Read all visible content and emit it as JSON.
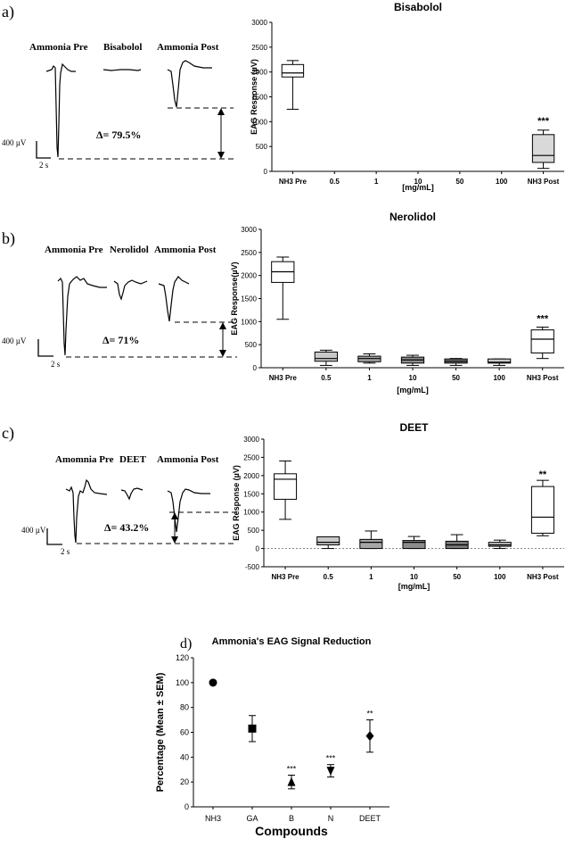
{
  "panels": [
    {
      "letter": "a)",
      "trace": {
        "pre": "Ammonia Pre",
        "compound": "Bisabolol",
        "post": "Ammonia Post",
        "delta": "Δ= 79.5%",
        "scale_uv": "400 µV",
        "scale_s": "2 s"
      }
    },
    {
      "letter": "b)",
      "trace": {
        "pre": "Ammonia Pre",
        "compound": "Nerolidol",
        "post": "Ammonia Post",
        "delta": "Δ= 71%",
        "scale_uv": "400 µV",
        "scale_s": "2 s"
      }
    },
    {
      "letter": "c)",
      "trace": {
        "pre": "Amomnia Pre",
        "compound": "DEET",
        "post": "Ammonia Post",
        "delta": "Δ= 43.2%",
        "scale_uv": "400 µV",
        "scale_s": "2 s"
      }
    },
    {
      "letter": "d)"
    }
  ],
  "chart_data": [
    {
      "type": "box",
      "title": "Bisabolol",
      "xlabel": "[mg/mL]",
      "ylabel": "EAG Response (µV)",
      "ylim": [
        0,
        3000
      ],
      "yticks": [
        "0",
        "500",
        "1000",
        "1500",
        "2000",
        "2500",
        "3000"
      ],
      "categories": [
        "NH3 Pre",
        "0.5",
        "1",
        "10",
        "50",
        "100",
        "NH3 Post"
      ],
      "boxes": [
        {
          "category": "NH3 Pre",
          "min": 1250,
          "q1": 1900,
          "median": 1980,
          "q3": 2150,
          "max": 2230,
          "fill": "#ffffff"
        },
        {
          "category": "NH3 Post",
          "min": 60,
          "q1": 180,
          "median": 320,
          "q3": 740,
          "max": 830,
          "fill": "#d9d9d9"
        }
      ],
      "annotations": [
        {
          "category": "NH3 Post",
          "text": "***",
          "y": 950
        }
      ],
      "zero_line": false
    },
    {
      "type": "box",
      "title": "Nerolidol",
      "xlabel": "[mg/mL]",
      "ylabel": "EAG Response(µV)",
      "ylim": [
        0,
        3000
      ],
      "yticks": [
        "0",
        "500",
        "1000",
        "1500",
        "2000",
        "2500",
        "3000"
      ],
      "categories": [
        "NH3 Pre",
        "0.5",
        "1",
        "10",
        "50",
        "100",
        "NH3 Post"
      ],
      "boxes": [
        {
          "category": "NH3 Pre",
          "min": 1050,
          "q1": 1850,
          "median": 2080,
          "q3": 2300,
          "max": 2400,
          "fill": "#ffffff"
        },
        {
          "category": "0.5",
          "min": 50,
          "q1": 140,
          "median": 200,
          "q3": 340,
          "max": 380,
          "fill": "#c8c8c8"
        },
        {
          "category": "1",
          "min": 100,
          "q1": 130,
          "median": 200,
          "q3": 250,
          "max": 300,
          "fill": "#a6a6a6"
        },
        {
          "category": "10",
          "min": 50,
          "q1": 100,
          "median": 170,
          "q3": 230,
          "max": 270,
          "fill": "#8c8c8c"
        },
        {
          "category": "50",
          "min": 50,
          "q1": 100,
          "median": 140,
          "q3": 190,
          "max": 200,
          "fill": "#7a7a7a"
        },
        {
          "category": "100",
          "min": 50,
          "q1": 100,
          "median": 120,
          "q3": 190,
          "max": 190,
          "fill": "#c8c8c8"
        },
        {
          "category": "NH3 Post",
          "min": 200,
          "q1": 320,
          "median": 620,
          "q3": 820,
          "max": 880,
          "fill": "#ffffff"
        }
      ],
      "annotations": [
        {
          "category": "NH3 Post",
          "text": "***",
          "y": 1000
        }
      ],
      "zero_line": false
    },
    {
      "type": "box",
      "title": "DEET",
      "xlabel": "[mg/mL]",
      "ylabel": "EAG Response (µV)",
      "ylim": [
        -500,
        3000
      ],
      "yticks": [
        "-500",
        "0",
        "500",
        "1000",
        "1500",
        "2000",
        "2500",
        "3000"
      ],
      "categories": [
        "NH3 Pre",
        "0.5",
        "1",
        "10",
        "50",
        "100",
        "NH3 Post"
      ],
      "boxes": [
        {
          "category": "NH3 Pre",
          "min": 800,
          "q1": 1350,
          "median": 1900,
          "q3": 2050,
          "max": 2400,
          "fill": "#ffffff"
        },
        {
          "category": "0.5",
          "min": 0,
          "q1": 100,
          "median": 170,
          "q3": 320,
          "max": 320,
          "fill": "#c8c8c8"
        },
        {
          "category": "1",
          "min": 0,
          "q1": 0,
          "median": 170,
          "q3": 250,
          "max": 480,
          "fill": "#a6a6a6"
        },
        {
          "category": "10",
          "min": 0,
          "q1": 0,
          "median": 170,
          "q3": 220,
          "max": 330,
          "fill": "#8c8c8c"
        },
        {
          "category": "50",
          "min": 0,
          "q1": 0,
          "median": 100,
          "q3": 200,
          "max": 380,
          "fill": "#7a7a7a"
        },
        {
          "category": "100",
          "min": 0,
          "q1": 60,
          "median": 100,
          "q3": 170,
          "max": 230,
          "fill": "#c8c8c8"
        },
        {
          "category": "NH3 Post",
          "min": 350,
          "q1": 420,
          "median": 860,
          "q3": 1700,
          "max": 1870,
          "fill": "#ffffff"
        }
      ],
      "annotations": [
        {
          "category": "NH3 Post",
          "text": "**",
          "y": 1950
        }
      ],
      "zero_line": true
    },
    {
      "type": "scatter",
      "title": "Ammonia's EAG Signal  Reduction",
      "xlabel": "Compounds",
      "ylabel": "Percentage (Mean ± SEM)",
      "ylim": [
        0,
        120
      ],
      "yticks": [
        "0",
        "20",
        "40",
        "60",
        "80",
        "100",
        "120"
      ],
      "categories": [
        "NH3",
        "GA",
        "B",
        "N",
        "DEET"
      ],
      "points": [
        {
          "category": "NH3",
          "value": 100,
          "err": 0,
          "marker": "circle",
          "sig": ""
        },
        {
          "category": "GA",
          "value": 63,
          "err": 10.5,
          "marker": "square",
          "sig": ""
        },
        {
          "category": "B",
          "value": 20,
          "err": 5.5,
          "marker": "triangle-up",
          "sig": "***"
        },
        {
          "category": "N",
          "value": 29,
          "err": 5,
          "marker": "triangle-down",
          "sig": "***"
        },
        {
          "category": "DEET",
          "value": 57,
          "err": 13,
          "marker": "diamond",
          "sig": "**"
        }
      ]
    }
  ]
}
